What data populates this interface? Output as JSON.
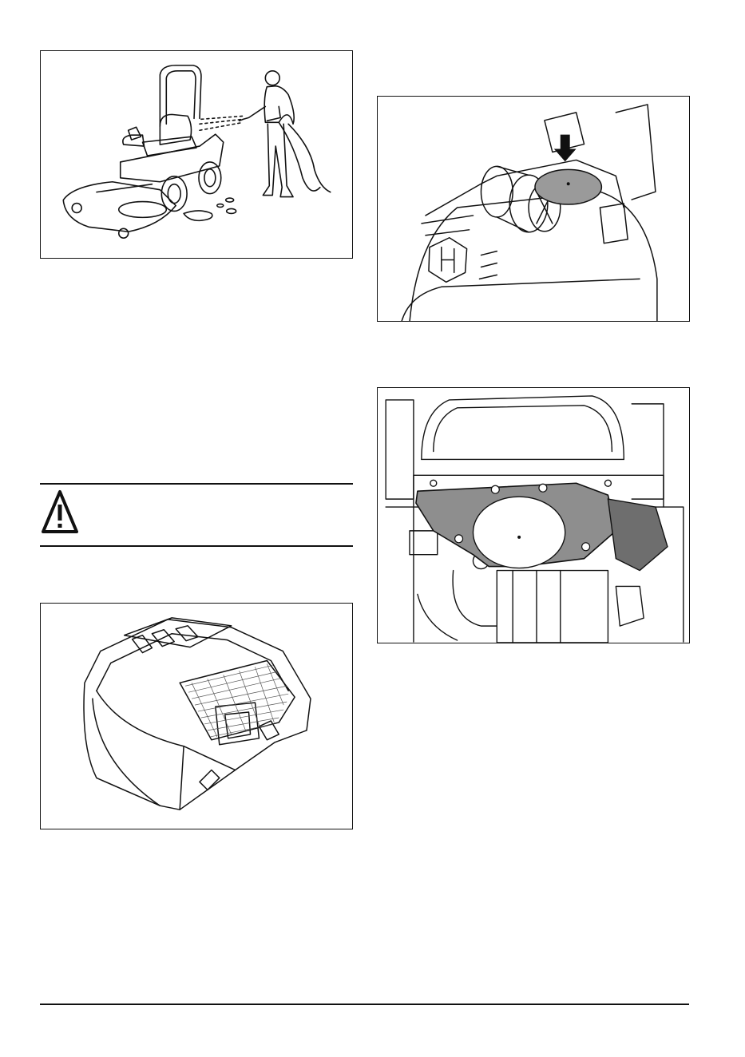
{
  "page": {
    "figures": [
      {
        "id": "washing",
        "depicts": "person-cleaning-mower-with-hose"
      },
      {
        "id": "air-filter",
        "depicts": "engine-air-filter-cover"
      },
      {
        "id": "engine-shroud",
        "depicts": "engine-cover-removed"
      },
      {
        "id": "engine-cover",
        "depicts": "engine-hood-cover"
      }
    ],
    "warning": {
      "icon": "warning-triangle-icon",
      "text": ""
    }
  },
  "colors": {
    "line": "#111111",
    "shade": "#8a8a8a",
    "paper": "#ffffff"
  }
}
